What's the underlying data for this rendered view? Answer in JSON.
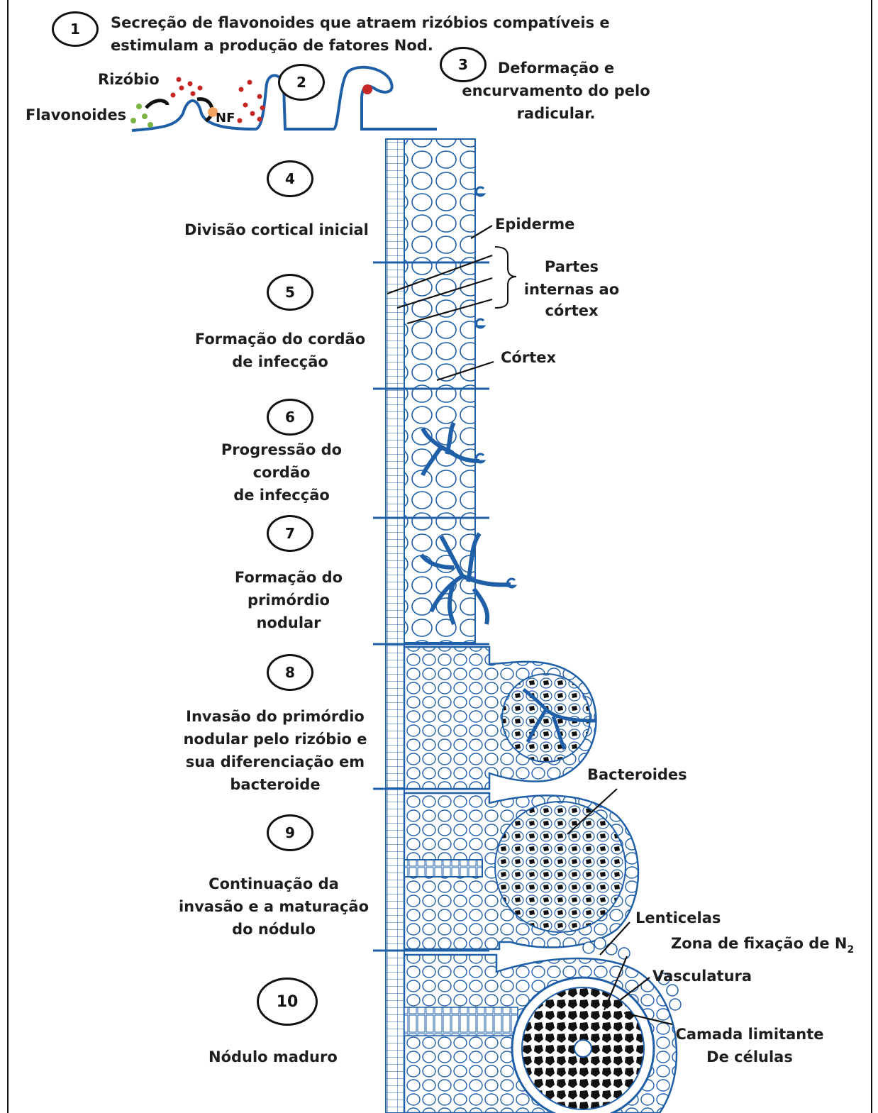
{
  "step_numbers": [
    "1",
    "2",
    "3",
    "4",
    "5",
    "6",
    "7",
    "8",
    "9",
    "10"
  ],
  "texts": {
    "step1_line1": "Secreção de flavonoides que atraem rizóbios compatíveis e",
    "step1_line2": "estimulam a produção de fatores Nod.",
    "rizobio": "Rizóbio",
    "flavonoides": "Flavonoides",
    "nf": "NF",
    "step3_line1": "Deformação e",
    "step3_line2": "encurvamento do pelo",
    "step3_line3": "radicular.",
    "step4": "Divisão cortical inicial",
    "epiderme": "Epiderme",
    "partes_line1": "Partes",
    "partes_line2": "internas ao",
    "partes_line3": "córtex",
    "step5_line1": "Formação do cordão",
    "step5_line2": "de infecção",
    "cortex": "Córtex",
    "step6_line1": "Progressão do",
    "step6_line2": "cordão",
    "step6_line3": "de infecção",
    "step7_line1": "Formação do",
    "step7_line2": "primórdio",
    "step7_line3": "nodular",
    "step8_line1": "Invasão do primórdio",
    "step8_line2": "nodular pelo rizóbio e",
    "step8_line3": "sua diferenciação em",
    "step8_line4": "bacteroide",
    "bacteroides": "Bacteroides",
    "step9_line1": "Continuação da",
    "step9_line2": "invasão e a maturação",
    "step9_line3": "do nódulo",
    "lenticelas": "Lenticelas",
    "zona_fixacao": "Zona de fixação de N",
    "zona_fixacao_sub": "2",
    "vasculatura": "Vasculatura",
    "camada_line1": "Camada limitante",
    "camada_line2": "De células",
    "step10": "Nódulo  maduro"
  },
  "colors": {
    "tissue": "#1f5fa8",
    "tissue_fill": "#dce9f7",
    "bacteroid": "#111111",
    "rhizobia": "#c62828",
    "flavonoid": "#7cb342",
    "nf": "#f4a460"
  }
}
